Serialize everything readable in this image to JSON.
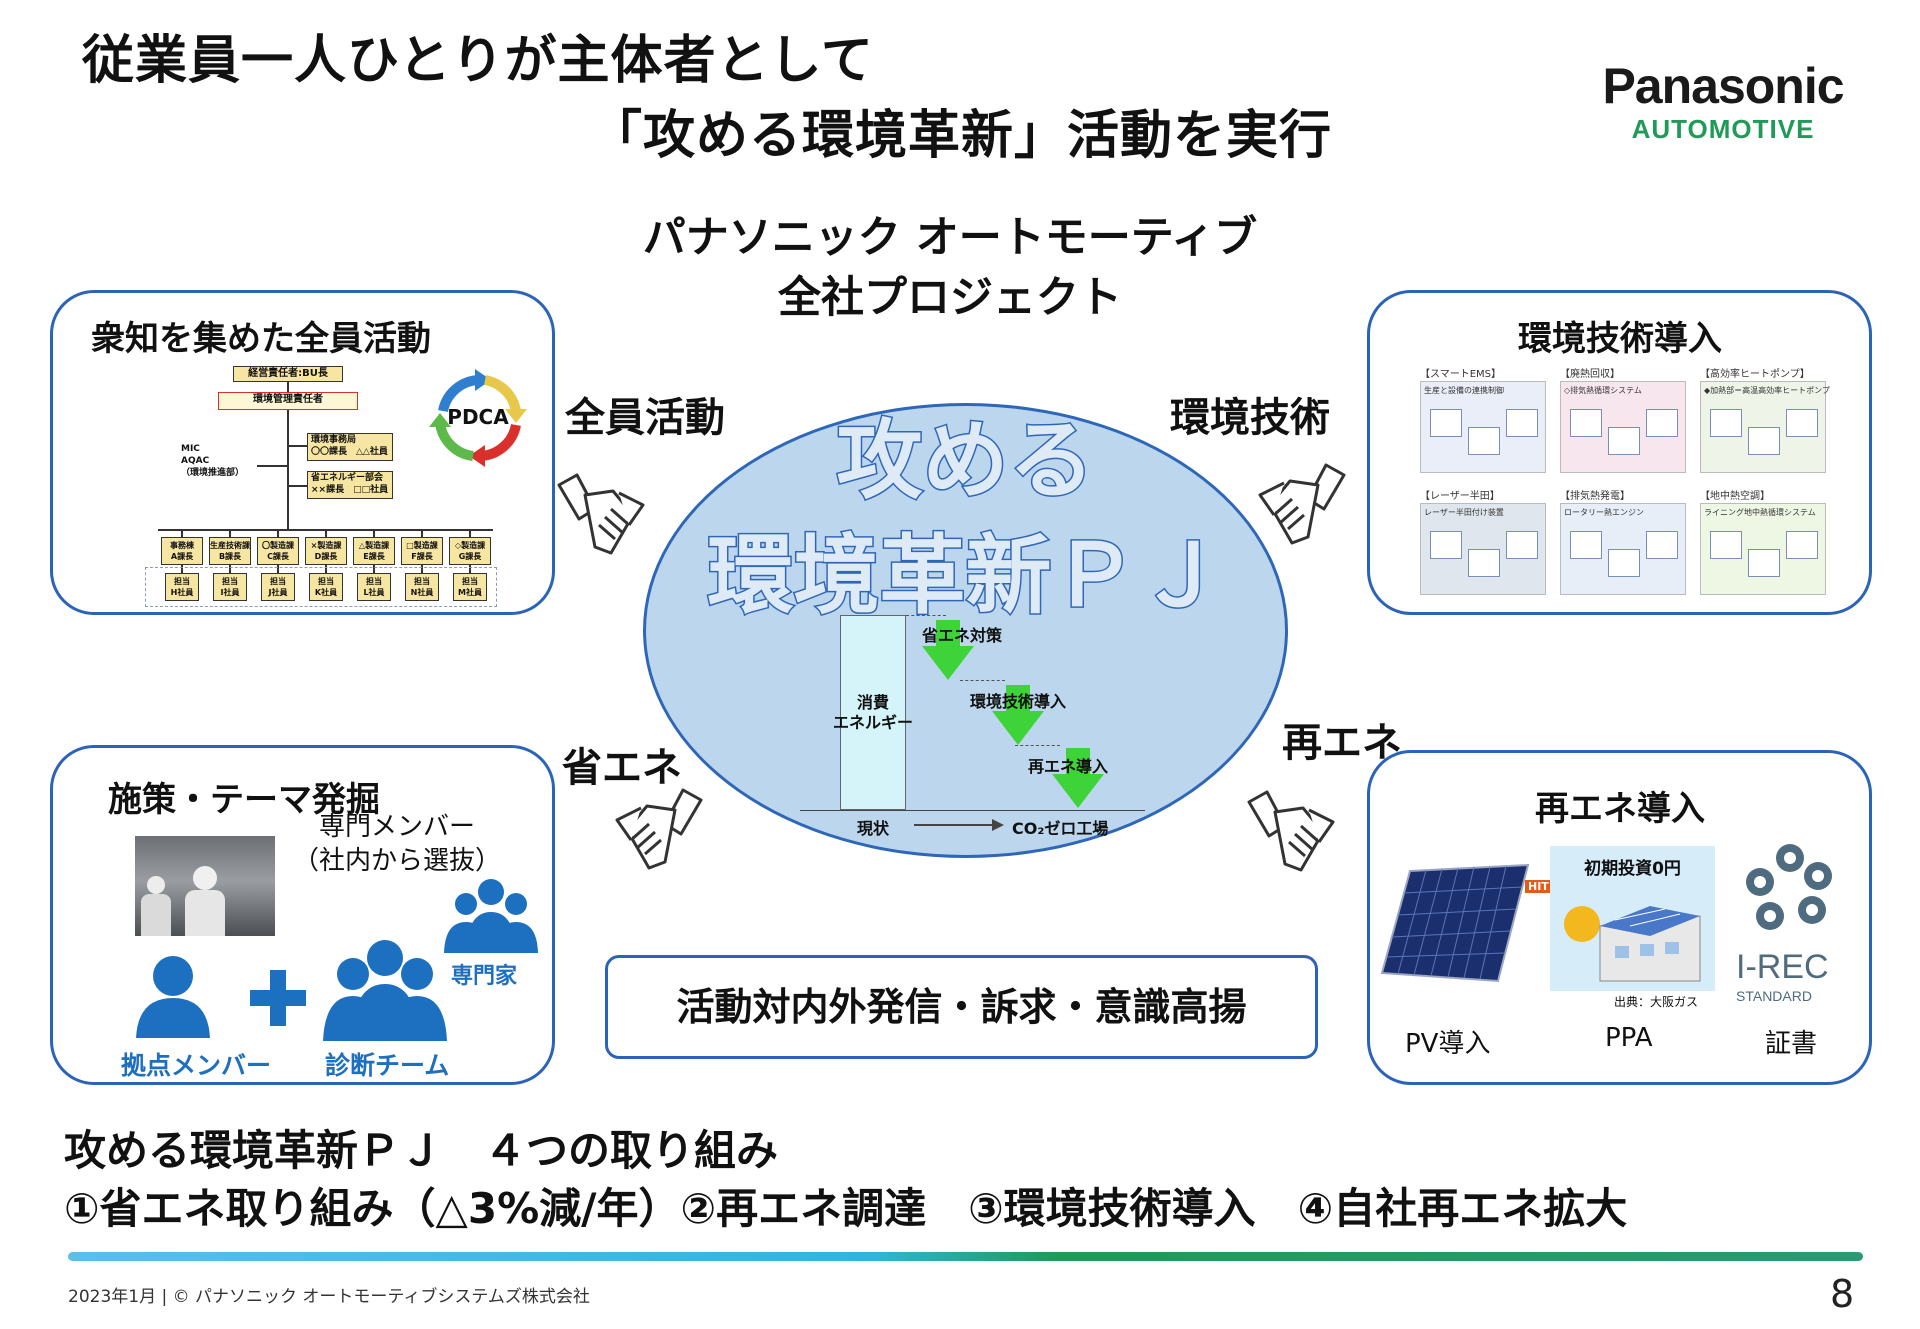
{
  "title": {
    "line1": "従業員一人ひとりが主体者として",
    "line2": "「攻める環境革新」活動を実行"
  },
  "logo": {
    "name": "Panasonic",
    "sub": "AUTOMOTIVE"
  },
  "project": {
    "line1": "パナソニック オートモーティブ",
    "line2": "全社プロジェクト"
  },
  "center": {
    "line1": "攻める",
    "line2": "環境革新ＰＪ",
    "bar_label": "消費\nエネルギー",
    "step1": "省エネ対策",
    "step2": "環境技術導入",
    "step3": "再エネ導入",
    "x_start": "現状",
    "x_end": "CO₂ゼロ工場"
  },
  "side_labels": {
    "all": "全員活動",
    "tech": "環境技術",
    "save": "省エネ",
    "renew": "再エネ"
  },
  "panel_all": {
    "title": "衆知を集めた全員活動",
    "pdca": "PDCA",
    "org": {
      "top": "経営責任者:BU長",
      "env": "環境管理責任者",
      "secretariat": "環境事務局\n〇〇課長　△△社員",
      "energy": "省エネルギー部会\n××課長　□□社員",
      "mic": "MIC\nAQAC\n（環境推進部）",
      "depts": [
        "事務棟\nA課長",
        "生産技術課\nB課長",
        "〇製造課\nC課長",
        "×製造課\nD課長",
        "△製造課\nE課長",
        "□製造課\nF課長",
        "◇製造課\nG課長"
      ],
      "members": [
        "担当\nH社員",
        "担当\nI社員",
        "担当\nJ社員",
        "担当\nK社員",
        "担当\nL社員",
        "担当\nN社員",
        "担当\nM社員"
      ]
    }
  },
  "panel_tech": {
    "title": "環境技術導入",
    "items": [
      "【スマートEMS】",
      "【廃熱回収】",
      "【高効率ヒートポンプ】",
      "【レーザー半田】",
      "【排気熱発電】",
      "【地中熱空調】"
    ],
    "sub": [
      "生産と設備の連携制御",
      "◇排気熱循環システム",
      "◆加熱部＝高温高効率ヒートポンプ",
      "レーザー半田付け装置",
      "ロータリー熱エンジン",
      "ライニング地中熱循環システム"
    ]
  },
  "panel_measures": {
    "title": "施策・テーマ発掘",
    "expert_members": "専門メンバー\n（社内から選抜）",
    "base_members": "拠点メンバー",
    "diagnosis_team": "診断チーム",
    "experts": "専門家"
  },
  "panel_renew": {
    "title": "再エネ導入",
    "pv": "PV導入",
    "ppa": "PPA",
    "cert": "証書",
    "ppa_banner": "初期投資0円",
    "ppa_source": "出典：大阪ガス",
    "irec": "I-REC",
    "irec_sub": "STANDARD",
    "hit": "HIT"
  },
  "message": "活動対内外発信・訴求・意識高揚",
  "bottom": {
    "line1": "攻める環境革新ＰＪ　４つの取り組み",
    "line2": "①省エネ取り組み（△3%減/年）②再エネ調達　③環境技術導入　④自社再エネ拡大"
  },
  "footer": "2023年1月 | © パナソニック オートモーティブシステムズ株式会社",
  "page_number": "8",
  "colors": {
    "accent_blue": "#2a63b8",
    "brand_green": "#1f9a57",
    "arrow_green": "#3fd33a"
  }
}
